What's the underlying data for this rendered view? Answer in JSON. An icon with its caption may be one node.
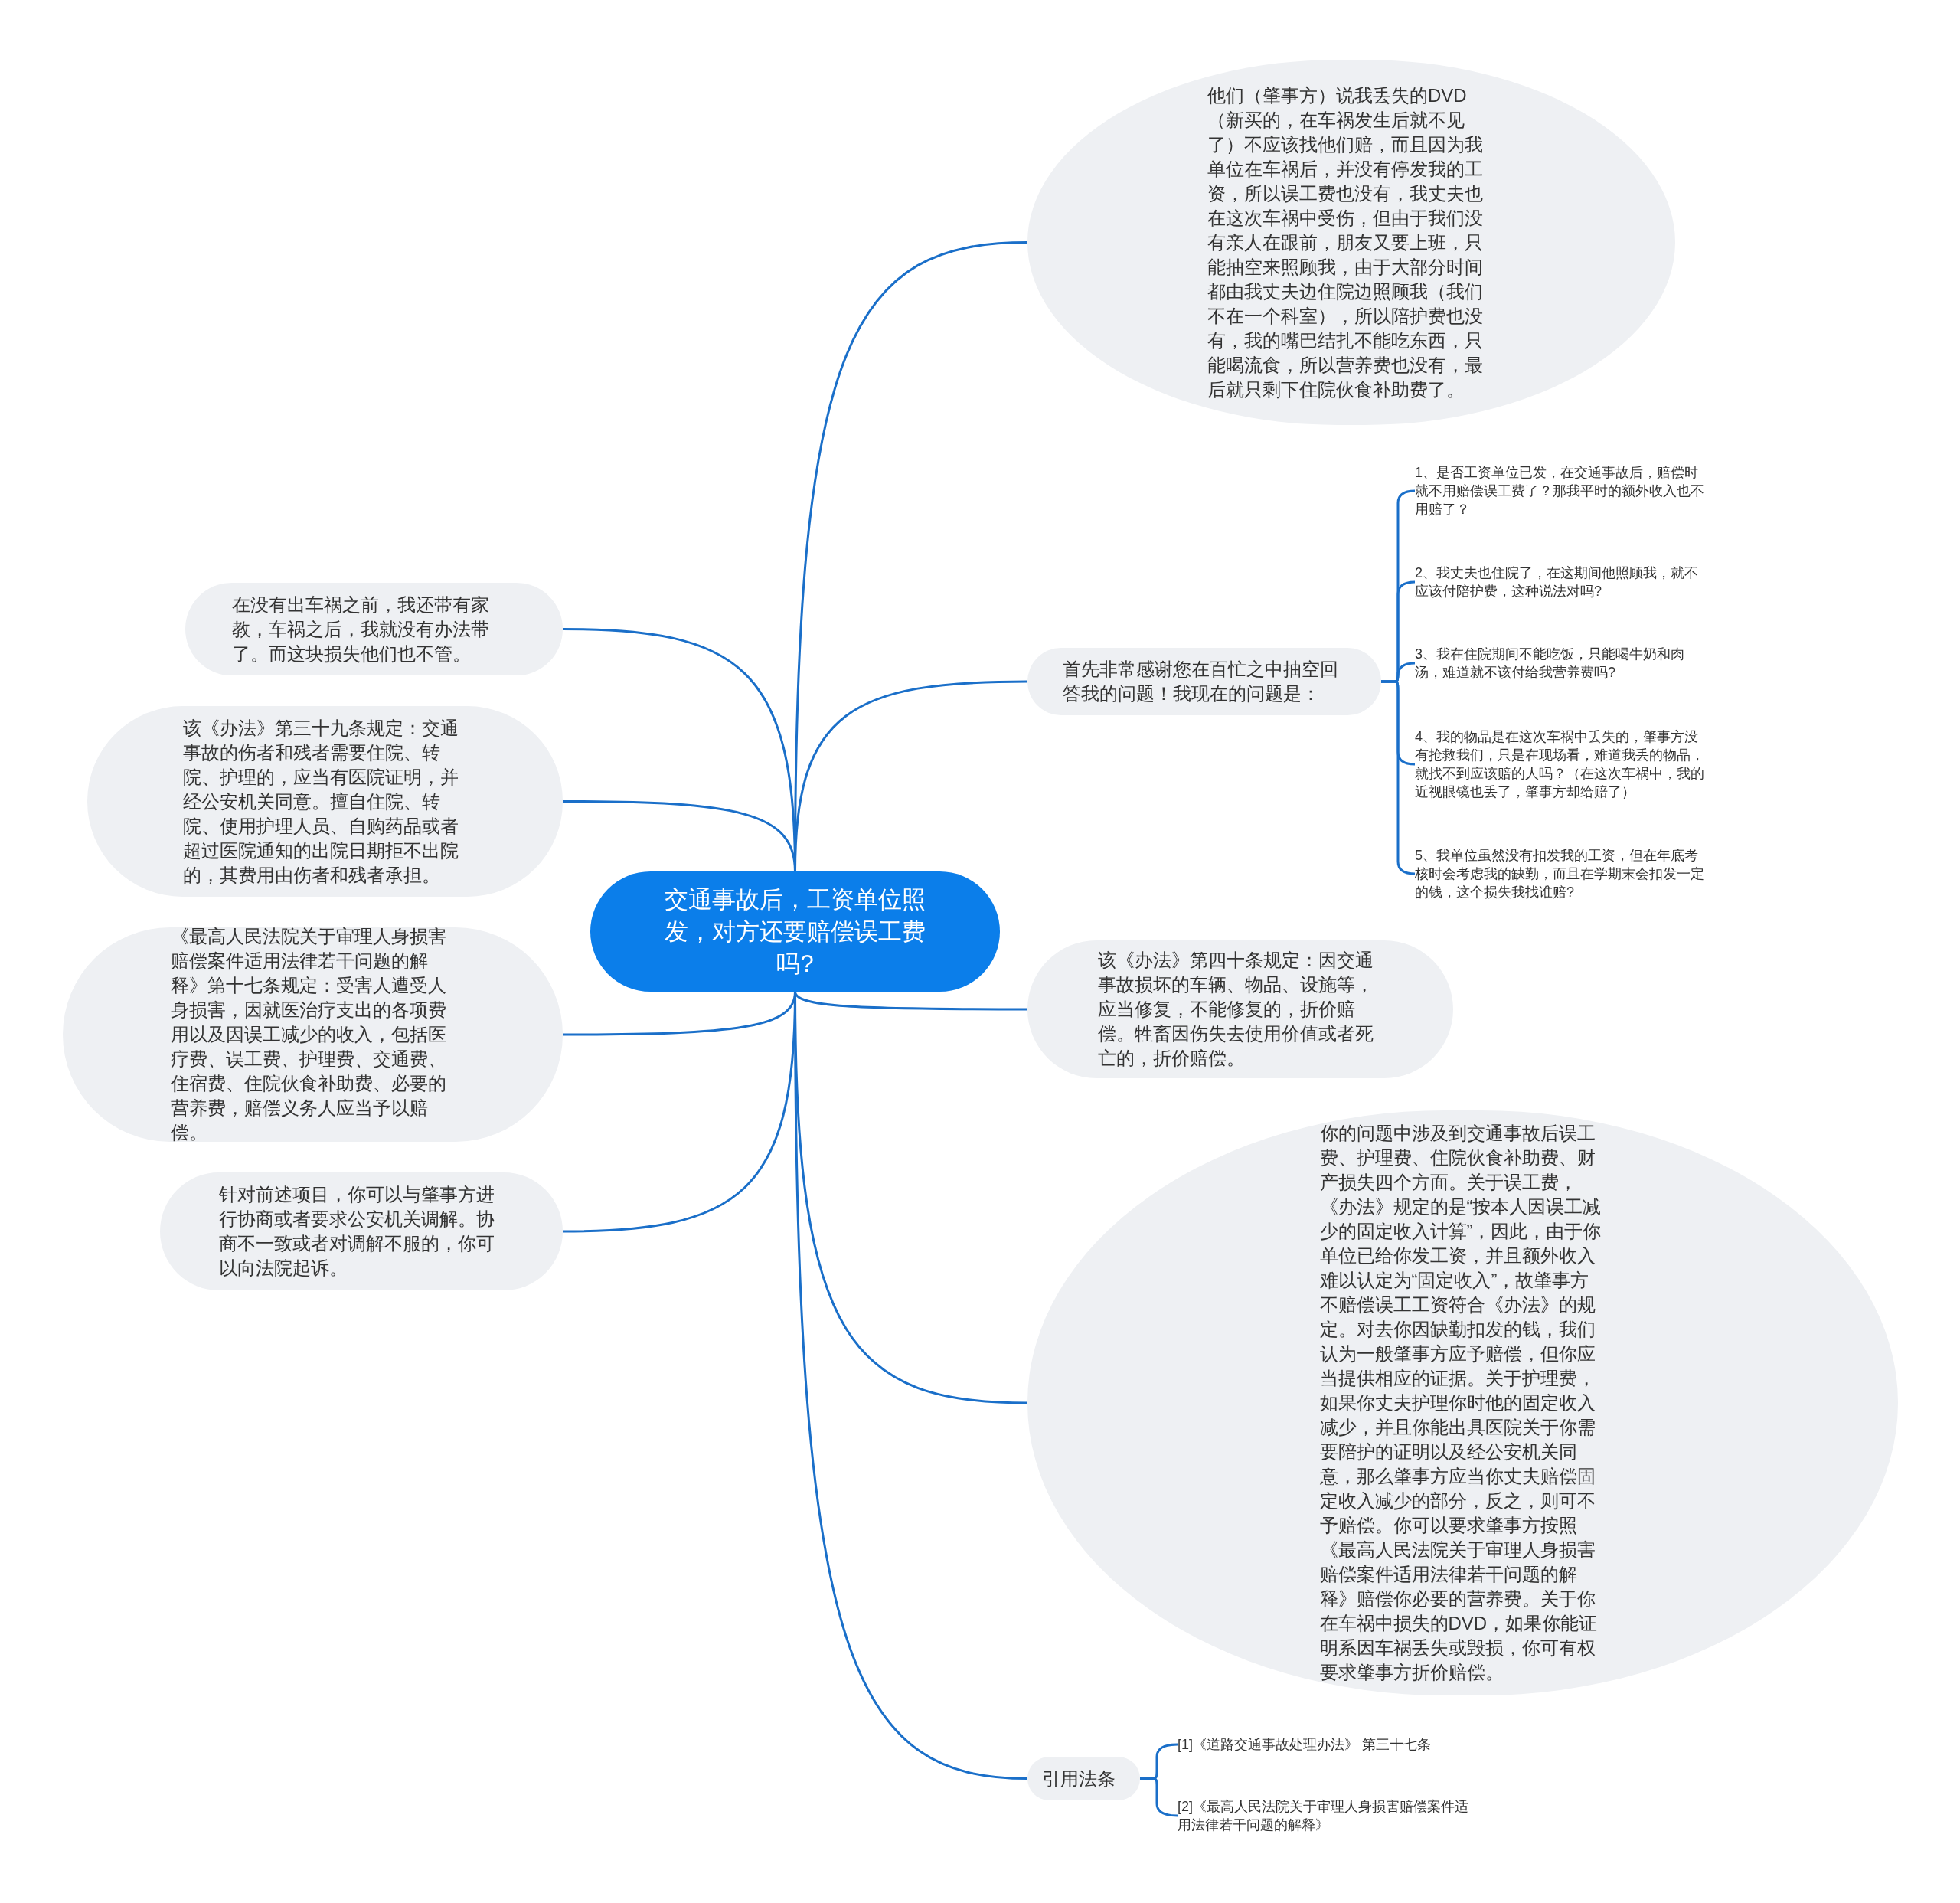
{
  "diagram": {
    "nodes": [
      {
        "text": [
          "交通事故后，工资单位照发，对方还要赔偿误工费吗?"
        ]
      },
      {
        "text": [
          "他们（肇事方）说我丢失的DVD（新买的，在车祸发生后就不见了）不应该找他们赔，而且因为我单位在车祸后，并没有停发我的工资，所以误工费也没有，我丈夫也在这次车祸中受伤，但由于我们没有亲人在跟前，朋友又要上班，只能抽空来照顾我，由于大部分时间都由我丈夫边住院边照顾我（我们不在一个科室），所以陪护费也没有，我的嘴巴结扎不能吃东西，只能喝流食，所以营养费也没有，最后就只剩下住院伙食补助费了。"
        ]
      },
      {
        "text": [
          "首先非常感谢您在百忙之中抽空回答我的问题！我现在的问题是："
        ]
      },
      {
        "text": [
          "1、是否工资单位已发，在交通事故后，赔偿时就不用赔偿误工费了？那我平时的额外收入也不用赔了？"
        ]
      },
      {
        "text": [
          "2、我丈夫也住院了，在这期间他照顾我，就不应该付陪护费，这种说法对吗?"
        ]
      },
      {
        "text": [
          "3、我在住院期间不能吃饭，只能喝牛奶和肉汤，难道就不该付给我营养费吗?"
        ]
      },
      {
        "text": [
          "4、我的物品是在这次车祸中丢失的，肇事方没有抢救我们，只是在现场看，难道我丢的物品，就找不到应该赔的人吗？（在这次车祸中，我的近视眼镜也丢了，肇事方却给赔了）"
        ]
      },
      {
        "text": [
          "5、我单位虽然没有扣发我的工资，但在年底考核时会考虑我的缺勤，而且在学期末会扣发一定的钱，这个损失我找谁赔?"
        ]
      },
      {
        "text": [
          "该《办法》第四十条规定：因交通事故损坏的车辆、物品、设施等，应当修复，不能修复的，折价赔偿。牲畜因伤失去使用价值或者死亡的，折价赔偿。"
        ]
      },
      {
        "text": [
          "你的问题中涉及到交通事故后误工费、护理费、住院伙食补助费、财产损失四个方面。关于误工费，《办法》规定的是“按本人因误工减少的固定收入计算”，因此，由于你单位已给你发工资，并且额外收入难以认定为“固定收入”，故肇事方不赔偿误工工资符合《办法》的规定。对去你因缺勤扣发的钱，我们认为一般肇事方应予赔偿，但你应当提供相应的证据。关于护理费，如果你丈夫护理你时他的固定收入减少，并且你能出具医院关于你需要陪护的证明以及经公安机关同意，那么肇事方应当你丈夫赔偿固定收入减少的部分，反之，则可不予赔偿。你可以要求肇事方按照《最高人民法院关于审理人身损害赔偿案件适用法律若干问题的解释》赔偿你必要的营养费。关于你在车祸中损失的DVD，如果你能证明系因车祸丢失或毁损，你可有权要求肇事方折价赔偿。"
        ]
      },
      {
        "text": [
          "引用法条"
        ]
      },
      {
        "text": [
          "[1]《道路交通事故处理办法》 第三十七条"
        ]
      },
      {
        "text": [
          "[2]《最高人民法院关于审理人身损害赔偿案件适用法律若干问题的解释》"
        ]
      },
      {
        "text": [
          "在没有出车祸之前，我还带有家教，车祸之后，我就没有办法带了。而这块损失他们也不管。"
        ]
      },
      {
        "text": [
          "该《办法》第三十九条规定：交通事故的伤者和残者需要住院、转院、护理的，应当有医院证明，并经公安机关同意。擅自住院、转院、使用护理人员、自购药品或者超过医院通知的出院日期拒不出院的，其费用由伤者和残者承担。"
        ]
      },
      {
        "text": [
          "《最高人民法院关于审理人身损害赔偿案件适用法律若干问题的解释》第十七条规定：受害人遭受人身损害，因就医治疗支出的各项费用以及因误工减少的收入，包括医疗费、误工费、护理费、交通费、住宿费、住院伙食补助费、必要的营养费，赔偿义务人应当予以赔偿。"
        ]
      },
      {
        "text": [
          "针对前述项目，你可以与肇事方进行协商或者要求公安机关调解。协商不一致或者对调解不服的，你可以向法院起诉。"
        ]
      }
    ],
    "edges": [
      {
        "from": 0,
        "to": 1,
        "arrow": "none"
      },
      {
        "from": 0,
        "to": 2,
        "arrow": "none"
      },
      {
        "from": 2,
        "to": 3,
        "arrow": "none"
      },
      {
        "from": 2,
        "to": 4,
        "arrow": "none"
      },
      {
        "from": 2,
        "to": 5,
        "arrow": "none"
      },
      {
        "from": 2,
        "to": 6,
        "arrow": "none"
      },
      {
        "from": 2,
        "to": 7,
        "arrow": "none"
      },
      {
        "from": 0,
        "to": 8,
        "arrow": "none"
      },
      {
        "from": 0,
        "to": 9,
        "arrow": "none"
      },
      {
        "from": 0,
        "to": 10,
        "arrow": "none"
      },
      {
        "from": 10,
        "to": 11,
        "arrow": "none"
      },
      {
        "from": 10,
        "to": 12,
        "arrow": "none"
      },
      {
        "from": 0,
        "to": 13,
        "arrow": "none"
      },
      {
        "from": 0,
        "to": 14,
        "arrow": "none"
      },
      {
        "from": 0,
        "to": 15,
        "arrow": "none"
      },
      {
        "from": 0,
        "to": 16,
        "arrow": "none"
      }
    ]
  }
}
